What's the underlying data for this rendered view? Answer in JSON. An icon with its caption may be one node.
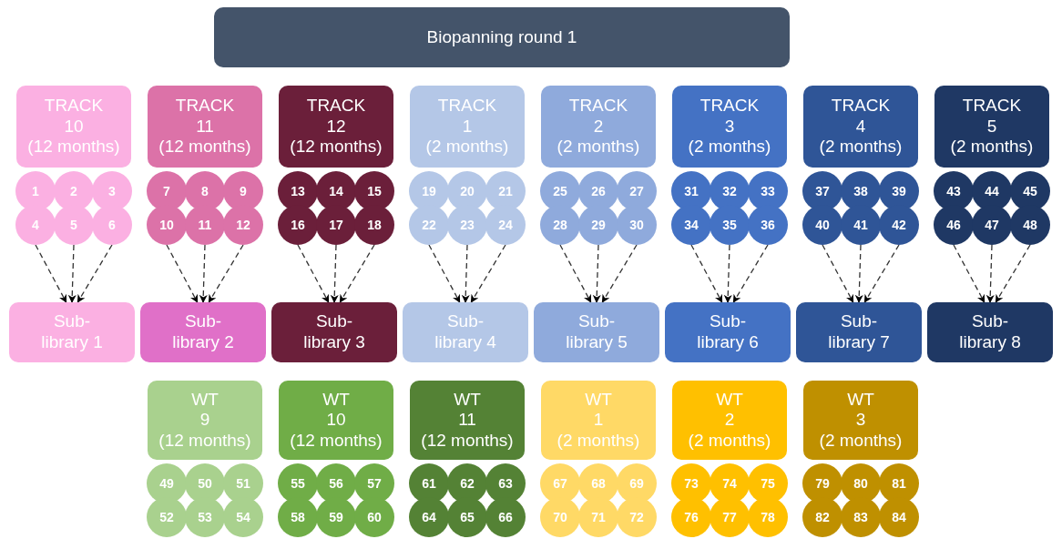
{
  "diagram": {
    "nodes": [
      {
        "text": [
          "Biopanning round 1"
        ]
      },
      {
        "text": [
          "TRACK",
          "10",
          "(12 months)"
        ]
      },
      {
        "text": [
          "1"
        ]
      },
      {
        "text": [
          "2"
        ]
      },
      {
        "text": [
          "3"
        ]
      },
      {
        "text": [
          "4"
        ]
      },
      {
        "text": [
          "5"
        ]
      },
      {
        "text": [
          "6"
        ]
      },
      {
        "text": [
          "TRACK",
          "11",
          "(12 months)"
        ]
      },
      {
        "text": [
          "7"
        ]
      },
      {
        "text": [
          "8"
        ]
      },
      {
        "text": [
          "9"
        ]
      },
      {
        "text": [
          "10"
        ]
      },
      {
        "text": [
          "11"
        ]
      },
      {
        "text": [
          "12"
        ]
      },
      {
        "text": [
          "TRACK",
          "12",
          "(12 months)"
        ]
      },
      {
        "text": [
          "13"
        ]
      },
      {
        "text": [
          "14"
        ]
      },
      {
        "text": [
          "15"
        ]
      },
      {
        "text": [
          "16"
        ]
      },
      {
        "text": [
          "17"
        ]
      },
      {
        "text": [
          "18"
        ]
      },
      {
        "text": [
          "TRACK",
          "1",
          "(2 months)"
        ]
      },
      {
        "text": [
          "19"
        ]
      },
      {
        "text": [
          "20"
        ]
      },
      {
        "text": [
          "21"
        ]
      },
      {
        "text": [
          "22"
        ]
      },
      {
        "text": [
          "23"
        ]
      },
      {
        "text": [
          "24"
        ]
      },
      {
        "text": [
          "TRACK",
          "2",
          "(2 months)"
        ]
      },
      {
        "text": [
          "25"
        ]
      },
      {
        "text": [
          "26"
        ]
      },
      {
        "text": [
          "27"
        ]
      },
      {
        "text": [
          "28"
        ]
      },
      {
        "text": [
          "29"
        ]
      },
      {
        "text": [
          "30"
        ]
      },
      {
        "text": [
          "TRACK",
          "3",
          "(2 months)"
        ]
      },
      {
        "text": [
          "31"
        ]
      },
      {
        "text": [
          "32"
        ]
      },
      {
        "text": [
          "33"
        ]
      },
      {
        "text": [
          "34"
        ]
      },
      {
        "text": [
          "35"
        ]
      },
      {
        "text": [
          "36"
        ]
      },
      {
        "text": [
          "TRACK",
          "4",
          "(2 months)"
        ]
      },
      {
        "text": [
          "37"
        ]
      },
      {
        "text": [
          "38"
        ]
      },
      {
        "text": [
          "39"
        ]
      },
      {
        "text": [
          "40"
        ]
      },
      {
        "text": [
          "41"
        ]
      },
      {
        "text": [
          "42"
        ]
      },
      {
        "text": [
          "TRACK",
          "5",
          "(2 months)"
        ]
      },
      {
        "text": [
          "43"
        ]
      },
      {
        "text": [
          "44"
        ]
      },
      {
        "text": [
          "45"
        ]
      },
      {
        "text": [
          "46"
        ]
      },
      {
        "text": [
          "47"
        ]
      },
      {
        "text": [
          "48"
        ]
      },
      {
        "text": [
          "Sub- library 1"
        ]
      },
      {
        "text": [
          "Sub- library 2"
        ]
      },
      {
        "text": [
          "Sub- library 3"
        ]
      },
      {
        "text": [
          "Sub- library 4"
        ]
      },
      {
        "text": [
          "Sub- library 5"
        ]
      },
      {
        "text": [
          "Sub- library 6"
        ]
      },
      {
        "text": [
          "Sub- library 7"
        ]
      },
      {
        "text": [
          "Sub- library 8"
        ]
      },
      {
        "text": [
          "WT",
          "9",
          "(12 months)"
        ]
      },
      {
        "text": [
          "49"
        ]
      },
      {
        "text": [
          "50"
        ]
      },
      {
        "text": [
          "51"
        ]
      },
      {
        "text": [
          "52"
        ]
      },
      {
        "text": [
          "53"
        ]
      },
      {
        "text": [
          "54"
        ]
      },
      {
        "text": [
          "WT",
          "10",
          "(12 months)"
        ]
      },
      {
        "text": [
          "55"
        ]
      },
      {
        "text": [
          "56"
        ]
      },
      {
        "text": [
          "57"
        ]
      },
      {
        "text": [
          "58"
        ]
      },
      {
        "text": [
          "59"
        ]
      },
      {
        "text": [
          "60"
        ]
      },
      {
        "text": [
          "WT",
          "11",
          "(12 months)"
        ]
      },
      {
        "text": [
          "61"
        ]
      },
      {
        "text": [
          "62"
        ]
      },
      {
        "text": [
          "63"
        ]
      },
      {
        "text": [
          "64"
        ]
      },
      {
        "text": [
          "65"
        ]
      },
      {
        "text": [
          "66"
        ]
      },
      {
        "text": [
          "WT",
          "1",
          "(2 months)"
        ]
      },
      {
        "text": [
          "67"
        ]
      },
      {
        "text": [
          "68"
        ]
      },
      {
        "text": [
          "69"
        ]
      },
      {
        "text": [
          "70"
        ]
      },
      {
        "text": [
          "71"
        ]
      },
      {
        "text": [
          "72"
        ]
      },
      {
        "text": [
          "WT",
          "2",
          "(2 months)"
        ]
      },
      {
        "text": [
          "73"
        ]
      },
      {
        "text": [
          "74"
        ]
      },
      {
        "text": [
          "75"
        ]
      },
      {
        "text": [
          "76"
        ]
      },
      {
        "text": [
          "77"
        ]
      },
      {
        "text": [
          "78"
        ]
      },
      {
        "text": [
          "WT",
          "3",
          "(2 months)"
        ]
      },
      {
        "text": [
          "79"
        ]
      },
      {
        "text": [
          "80"
        ]
      },
      {
        "text": [
          "81"
        ]
      },
      {
        "text": [
          "82"
        ]
      },
      {
        "text": [
          "83"
        ]
      },
      {
        "text": [
          "84"
        ]
      }
    ],
    "edges": [
      {
        "from": 5,
        "to": 57,
        "arrow": "to",
        "style": "dashed"
      },
      {
        "from": 6,
        "to": 57,
        "arrow": "to",
        "style": "dashed"
      },
      {
        "from": 7,
        "to": 57,
        "arrow": "to",
        "style": "dashed"
      },
      {
        "from": 12,
        "to": 58,
        "arrow": "to",
        "style": "dashed"
      },
      {
        "from": 13,
        "to": 58,
        "arrow": "to",
        "style": "dashed"
      },
      {
        "from": 14,
        "to": 58,
        "arrow": "to",
        "style": "dashed"
      },
      {
        "from": 19,
        "to": 59,
        "arrow": "to",
        "style": "dashed"
      },
      {
        "from": 20,
        "to": 59,
        "arrow": "to",
        "style": "dashed"
      },
      {
        "from": 21,
        "to": 59,
        "arrow": "to",
        "style": "dashed"
      },
      {
        "from": 26,
        "to": 60,
        "arrow": "to",
        "style": "dashed"
      },
      {
        "from": 27,
        "to": 60,
        "arrow": "to",
        "style": "dashed"
      },
      {
        "from": 28,
        "to": 60,
        "arrow": "to",
        "style": "dashed"
      },
      {
        "from": 33,
        "to": 61,
        "arrow": "to",
        "style": "dashed"
      },
      {
        "from": 34,
        "to": 61,
        "arrow": "to",
        "style": "dashed"
      },
      {
        "from": 35,
        "to": 61,
        "arrow": "to",
        "style": "dashed"
      },
      {
        "from": 40,
        "to": 62,
        "arrow": "to",
        "style": "dashed"
      },
      {
        "from": 41,
        "to": 62,
        "arrow": "to",
        "style": "dashed"
      },
      {
        "from": 42,
        "to": 62,
        "arrow": "to",
        "style": "dashed"
      },
      {
        "from": 47,
        "to": 63,
        "arrow": "to",
        "style": "dashed"
      },
      {
        "from": 48,
        "to": 63,
        "arrow": "to",
        "style": "dashed"
      },
      {
        "from": 49,
        "to": 63,
        "arrow": "to",
        "style": "dashed"
      },
      {
        "from": 54,
        "to": 64,
        "arrow": "to",
        "style": "dashed"
      },
      {
        "from": 55,
        "to": 64,
        "arrow": "to",
        "style": "dashed"
      },
      {
        "from": 56,
        "to": 64,
        "arrow": "to",
        "style": "dashed"
      }
    ]
  }
}
